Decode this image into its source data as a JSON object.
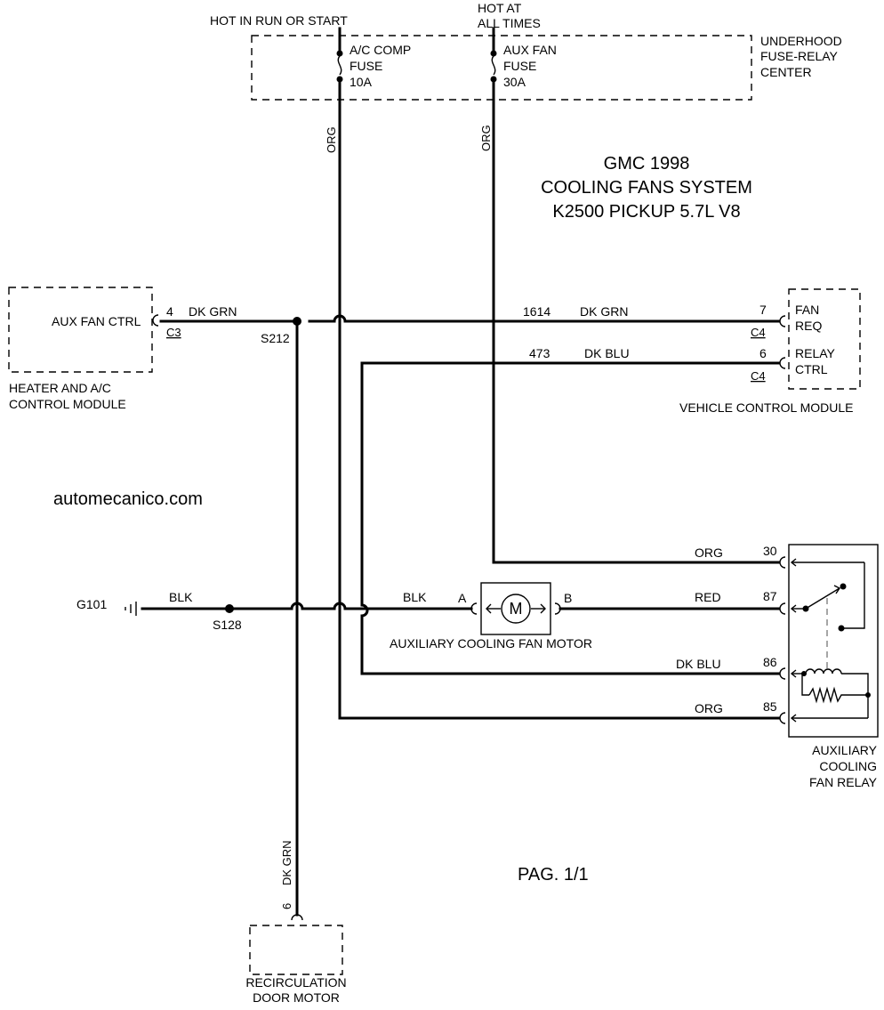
{
  "title": {
    "line1": "GMC 1998",
    "line2": "COOLING FANS SYSTEM",
    "line3": "K2500 PICKUP 5.7L V8"
  },
  "watermark": "automecanico.com",
  "page": "PAG. 1/1",
  "power": {
    "hot_run_start": "HOT IN RUN OR START",
    "hot_all_times_1": "HOT AT",
    "hot_all_times_2": "ALL TIMES"
  },
  "fuse_center": {
    "label_1": "UNDERHOOD",
    "label_2": "FUSE-RELAY",
    "label_3": "CENTER",
    "fuse1": {
      "name_1": "A/C COMP",
      "name_2": "FUSE",
      "rating": "10A"
    },
    "fuse2": {
      "name_1": "AUX FAN",
      "name_2": "FUSE",
      "rating": "30A"
    }
  },
  "wires": {
    "org_left": "ORG",
    "org_right": "ORG",
    "dk_grn_hvac": "DK GRN",
    "circuit_1614": "1614",
    "dk_grn_vcm": "DK GRN",
    "circuit_473": "473",
    "dk_blu_vcm": "DK BLU",
    "org_relay_30": "ORG",
    "red_relay_87": "RED",
    "dk_blu_relay_86": "DK BLU",
    "org_relay_85": "ORG",
    "blk_ground": "BLK",
    "blk_motor": "BLK",
    "dk_grn_recirc": "DK GRN"
  },
  "hvac_module": {
    "pin_label": "AUX FAN CTRL",
    "pin": "4",
    "connector": "C3",
    "name_1": "HEATER AND A/C",
    "name_2": "CONTROL MODULE"
  },
  "vcm": {
    "pin7": "7",
    "pin7_label_1": "FAN",
    "pin7_label_2": "REQ",
    "pin7_conn": "C4",
    "pin6": "6",
    "pin6_label_1": "RELAY",
    "pin6_label_2": "CTRL",
    "pin6_conn": "C4",
    "name": "VEHICLE CONTROL MODULE"
  },
  "splices": {
    "s212": "S212",
    "s128": "S128"
  },
  "ground": "G101",
  "motor": {
    "symbol": "M",
    "term_a": "A",
    "term_b": "B",
    "name": "AUXILIARY COOLING FAN MOTOR"
  },
  "relay": {
    "pin30": "30",
    "pin87": "87",
    "pin86": "86",
    "pin85": "85",
    "name_1": "AUXILIARY",
    "name_2": "COOLING",
    "name_3": "FAN RELAY"
  },
  "recirc": {
    "pin": "6",
    "name_1": "RECIRCULATION",
    "name_2": "DOOR MOTOR"
  }
}
